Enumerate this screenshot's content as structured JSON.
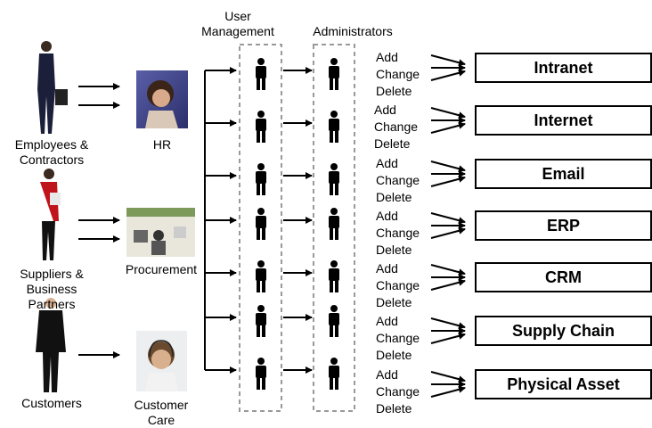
{
  "actors": {
    "employees": "Employees &\nContractors",
    "suppliers": "Suppliers &\nBusiness\nPartners",
    "customers": "Customers"
  },
  "departments": {
    "hr": "HR",
    "procurement": "Procurement",
    "customer_care": "Customer\nCare"
  },
  "columns": {
    "user_management": "User\nManagement",
    "administrators": "Administrators"
  },
  "actions": [
    "Add",
    "Change",
    "Delete"
  ],
  "systems": [
    "Intranet",
    "Internet",
    "Email",
    "ERP",
    "CRM",
    "Supply Chain",
    "Physical Asset"
  ]
}
